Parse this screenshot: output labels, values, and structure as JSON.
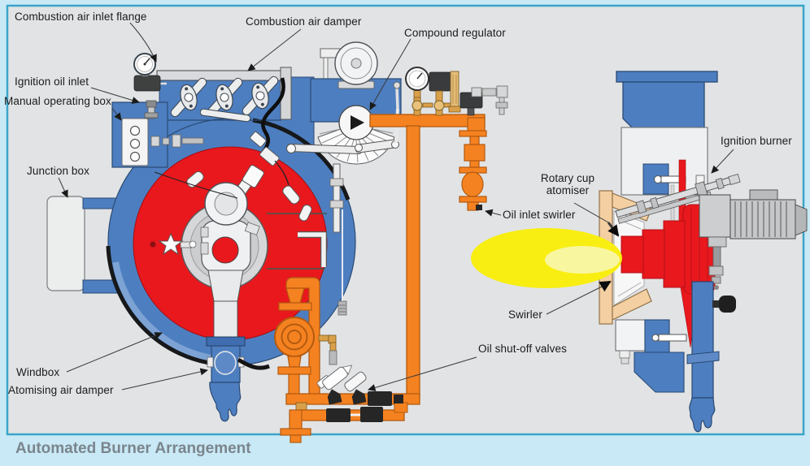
{
  "caption": "Automated Burner Arrangement",
  "labels": {
    "combustion_air_inlet_flange": "Combustion air inlet flange",
    "combustion_air_damper": "Combustion air damper",
    "compound_regulator": "Compound regulator",
    "ignition_oil_inlet": "Ignition oil inlet",
    "manual_operating_box": "Manual operating box",
    "junction_box": "Junction box",
    "windbox": "Windbox",
    "atomising_air_damper": "Atomising air damper",
    "oil_inlet_swirler": "Oil inlet swirler",
    "rotary_cup_atomiser": "Rotary cup atomiser",
    "swirler": "Swirler",
    "oil_shut_off_valves": "Oil shut-off valves",
    "ignition_burner": "Ignition burner"
  },
  "colors": {
    "diagram_background": "#e1e3e5",
    "page_frame": "#c8e9f5",
    "frame_border": "#3ba4c9",
    "component_blue": "#4d7ec0",
    "component_red": "#e8181d",
    "pipe_orange": "#f58220",
    "flame_yellow": "#f8ee12",
    "flame_core": "#f9f6a0",
    "windbox_tan": "#f3cfa2",
    "brass": "#d9a04a",
    "metal_grey": "#c6c7c9",
    "dark_fitting": "#3f4040",
    "caption_text": "#7b858d",
    "label_text": "#1b1b1b"
  }
}
